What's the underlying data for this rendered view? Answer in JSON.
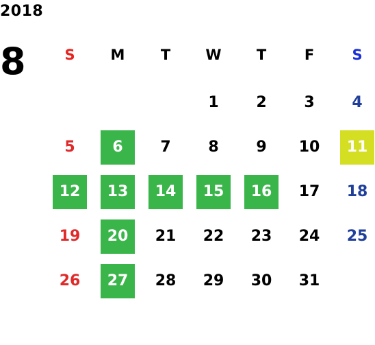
{
  "calendar": {
    "year": "2018",
    "month": "8",
    "weekdays": [
      "S",
      "M",
      "T",
      "W",
      "T",
      "F",
      "S"
    ],
    "first_weekday_index": 3,
    "days_in_month": 31,
    "colors": {
      "sunday_header": "#e8231f",
      "saturday_header": "#1a2fd6",
      "sunday_day": "#e02a2a",
      "saturday_day": "#1f3f9a",
      "weekday": "#000000",
      "highlight_green": "#3ab54a",
      "highlight_lime": "#d4de22",
      "highlight_text": "#ffffff"
    },
    "highlighted_green": [
      6,
      12,
      13,
      14,
      15,
      16,
      20,
      27
    ],
    "highlighted_lime": [
      11
    ]
  }
}
